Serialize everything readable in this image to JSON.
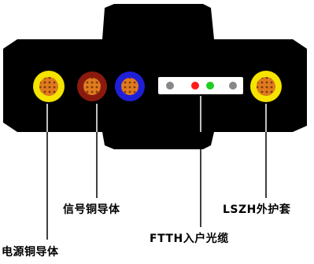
{
  "labels": {
    "power_conductor": "电源铜导体",
    "signal_conductor": "信号铜导体",
    "ftth_fiber": "FTTH入户光缆",
    "lszh_sheath": "LSZH外护套"
  },
  "colors": {
    "sheath": "#000000",
    "power_insulation": "#f5e300",
    "signal_insulation_red": "#8b1a0e",
    "signal_insulation_blue": "#1f1fd8",
    "copper_core": "#e07a1f",
    "fiber_tube": "#ffffff",
    "fiber_red": "#ff1a1a",
    "fiber_green": "#22cc22",
    "fiber_gray": "#888888",
    "leader_line": "#ffffff"
  }
}
